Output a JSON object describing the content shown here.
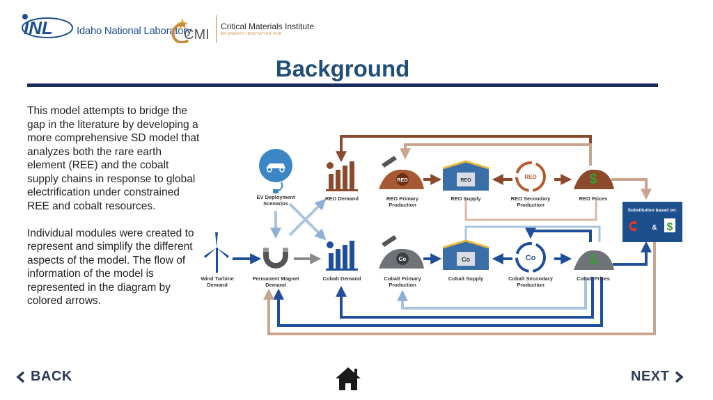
{
  "header": {
    "inl_name": "Idaho National Laboratory",
    "cmi_title": "Critical Materials Institute",
    "cmi_subtitle": "AN ENERGY INNOVATION HUB"
  },
  "title": "Background",
  "paragraphs": [
    "This model attempts to bridge the gap in the literature by developing a more comprehensive SD model that analyzes both the rare earth element (REE) and the cobalt supply chains in response to global electrification under constrained REE and cobalt resources.",
    "Individual modules were created to represent and simplify the different aspects of the model. The flow of information of the model is represented in the diagram by colored arrows."
  ],
  "diagram": {
    "nodes": {
      "ev": [
        "EV Deployment",
        "Scenarios"
      ],
      "wind": [
        "Wind Turbine",
        "Demand"
      ],
      "magnet": [
        "Permanent Magnet",
        "Demand"
      ],
      "reo_demand": [
        "REO Demand"
      ],
      "cobalt_demand": [
        "Cobalt Demand"
      ],
      "reo_primary": [
        "REO Primary",
        "Production"
      ],
      "reo_supply": [
        "REO Supply"
      ],
      "reo_secondary": [
        "REO Secondary",
        "Production"
      ],
      "reo_prices": [
        "REO Prices"
      ],
      "co_primary": [
        "Cobalt Primary",
        "Production"
      ],
      "co_supply": [
        "Cobalt Supply"
      ],
      "co_secondary": [
        "Cobalt Secondary",
        "Production"
      ],
      "co_prices": [
        "Cobalt Prices"
      ]
    },
    "badges": {
      "reo": "REO",
      "co": "Co",
      "dollar": "$",
      "amp": "&"
    },
    "substitution": "Substitution based on:",
    "colors": {
      "brown": "#8b4a2b",
      "tan": "#d9b8a4",
      "navy": "#1f4e9a",
      "light_blue": "#a9c4e0",
      "gray": "#8a8a8a",
      "green": "#3a9b3a"
    }
  },
  "nav": {
    "back": "BACK",
    "next": "NEXT"
  },
  "icons": {
    "back": "chevron-left-icon",
    "next": "chevron-right-icon",
    "home": "home-icon"
  }
}
